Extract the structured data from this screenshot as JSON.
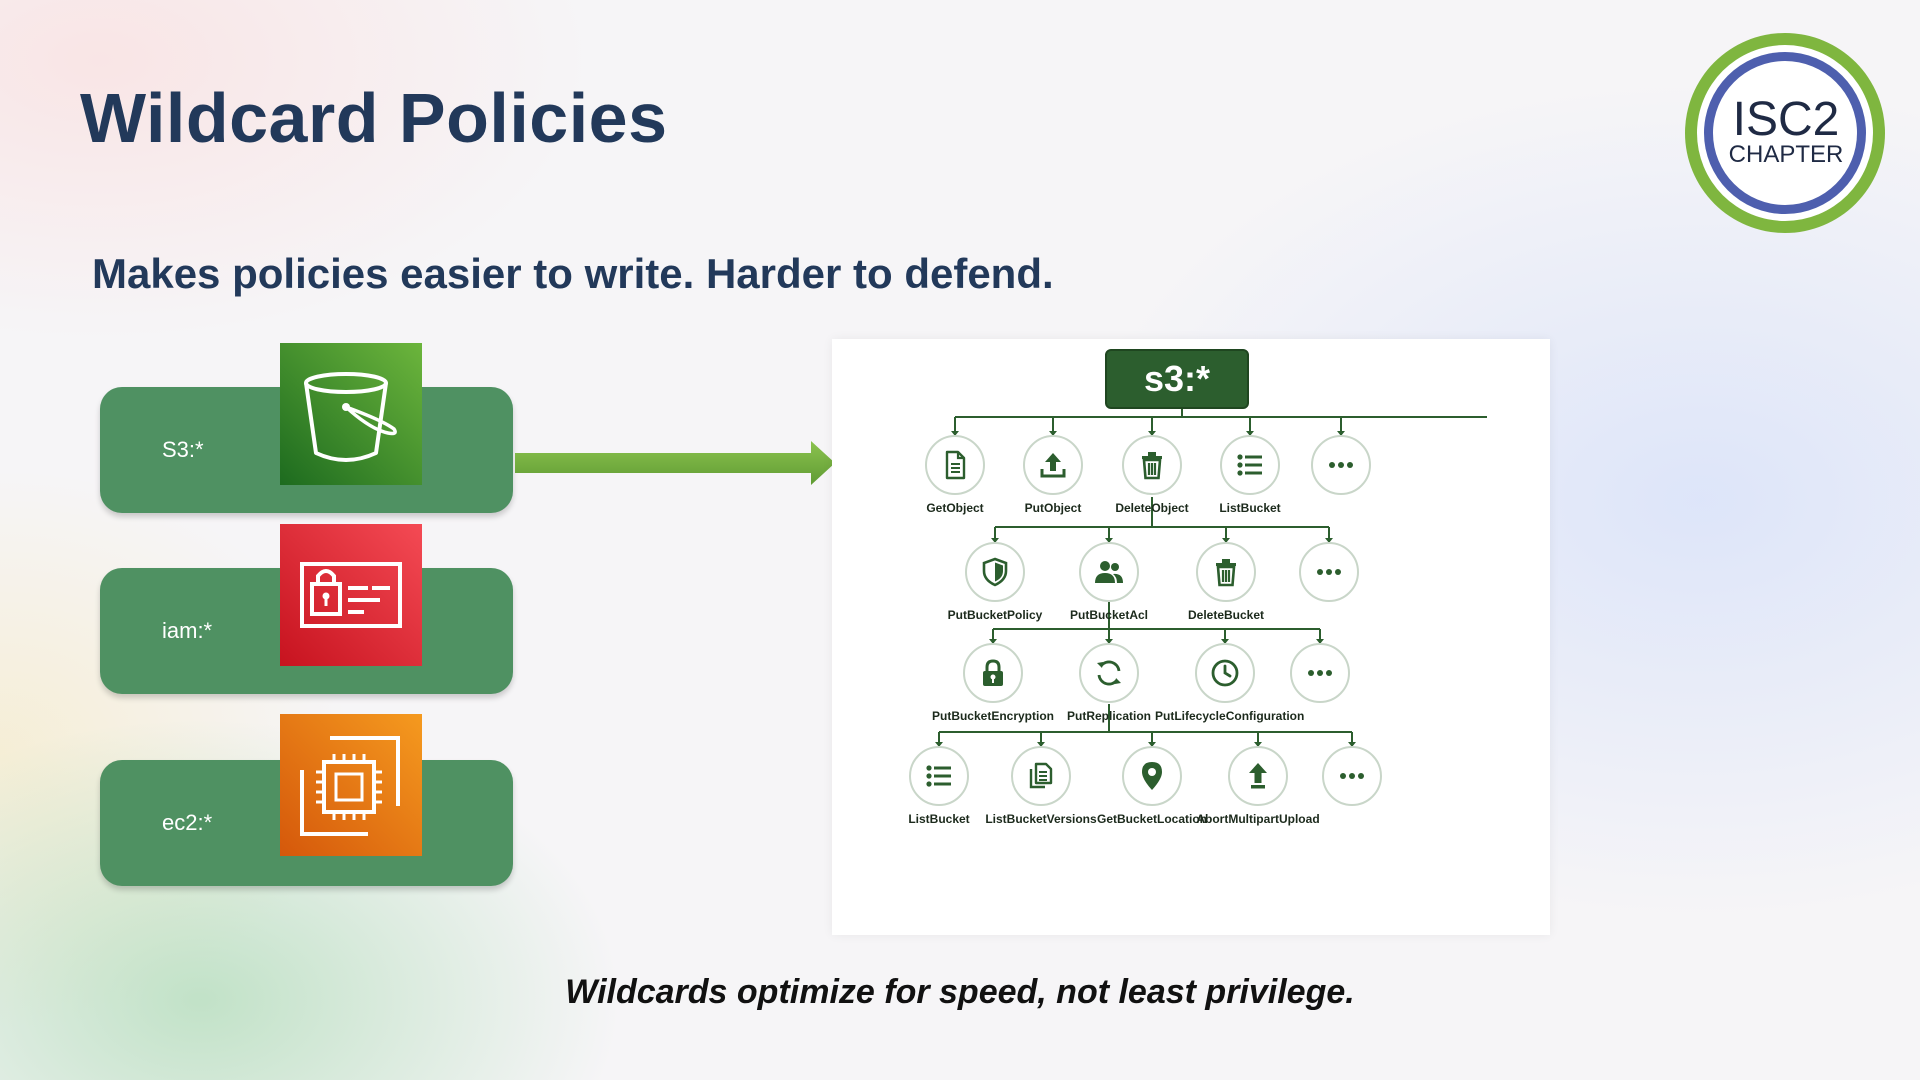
{
  "slide": {
    "title": "Wildcard Policies",
    "subtitle": "Makes policies easier to write. Harder to defend.",
    "footer": "Wildcards optimize for speed, not least privilege."
  },
  "logo": {
    "line1": "ISC2",
    "line2": "CHAPTER",
    "outer_color": "#7fb63f",
    "inner_color": "#4e5fae"
  },
  "services": [
    {
      "label": "S3:*",
      "icon": "s3-bucket-icon",
      "color": "#2f8f2a"
    },
    {
      "label": "iam:*",
      "icon": "iam-id-card-lock-icon",
      "color": "#d9263a"
    },
    {
      "label": "ec2:*",
      "icon": "ec2-chip-icon",
      "color": "#ea7a12"
    }
  ],
  "diagram": {
    "root": "s3:*",
    "levels": [
      [
        {
          "label": "GetObject",
          "icon": "document-icon"
        },
        {
          "label": "PutObject",
          "icon": "upload-icon"
        },
        {
          "label": "DeleteObject",
          "icon": "trash-icon"
        },
        {
          "label": "ListBucket",
          "icon": "list-icon"
        },
        {
          "label": "",
          "icon": "more-icon"
        }
      ],
      [
        {
          "label": "PutBucketPolicy",
          "icon": "shield-icon"
        },
        {
          "label": "PutBucketAcl",
          "icon": "users-icon"
        },
        {
          "label": "DeleteBucket",
          "icon": "trash-icon"
        },
        {
          "label": "",
          "icon": "more-icon"
        }
      ],
      [
        {
          "label": "PutBucketEncryption",
          "icon": "lock-icon"
        },
        {
          "label": "PutReplication",
          "icon": "sync-icon"
        },
        {
          "label": "PutLifecycleConfiguration",
          "icon": "clock-icon"
        },
        {
          "label": "",
          "icon": "more-icon"
        }
      ],
      [
        {
          "label": "ListBucket",
          "icon": "list-icon"
        },
        {
          "label": "ListBucketVersions",
          "icon": "copy-icon"
        },
        {
          "label": "GetBucketLocation",
          "icon": "location-pin-icon"
        },
        {
          "label": "AbortMultipartUpload",
          "icon": "upload-icon"
        },
        {
          "label": "",
          "icon": "more-icon"
        }
      ]
    ]
  },
  "colors": {
    "title": "#22395a",
    "service_box": "#4f9162",
    "arrow": "#7ab648",
    "diagram_green": "#2c5e2e"
  }
}
